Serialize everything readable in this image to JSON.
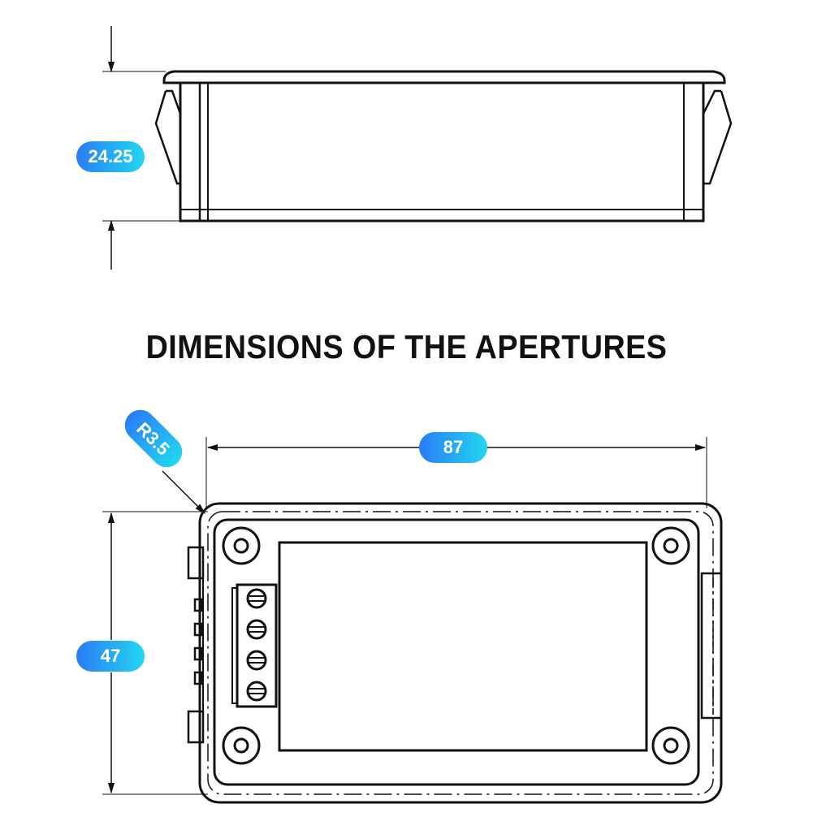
{
  "heading": "DIMENSIONS OF THE APERTURES",
  "dimensions": {
    "height_side": "24.25",
    "width": "87",
    "height_front": "47",
    "corner_radius": "R3.5"
  },
  "colors": {
    "line": "#111111",
    "badge_gradient_start": "#2a7cf6",
    "badge_gradient_end": "#22d6f0",
    "badge_text": "#ffffff"
  },
  "terminal_count": 4
}
